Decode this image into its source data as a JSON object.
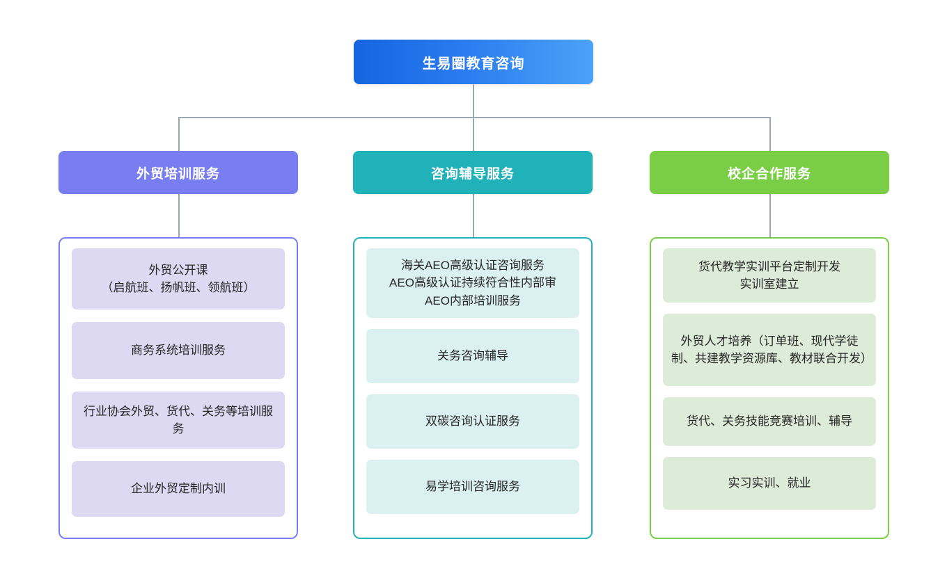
{
  "chart_data": {
    "type": "diagram",
    "diagram_kind": "organization-tree",
    "title": "生易圈教育咨询",
    "levels": 3,
    "orientation": "top-down"
  },
  "root": {
    "label": "生易圈教育咨询",
    "color_start": "#1565e0",
    "color_end": "#4ba3f7"
  },
  "connector_color": "#9aa6b2",
  "columns": [
    {
      "header": "外贸培训服务",
      "header_color": "#787ef0",
      "panel_border_color": "#787ef0",
      "item_bg": "#ddd9f3",
      "items": [
        "外贸公开课\n（启航班、扬帆班、领航班）",
        "商务系统培训服务",
        "行业协会外贸、货代、关务等培训服务",
        "企业外贸定制内训"
      ]
    },
    {
      "header": "咨询辅导服务",
      "header_color": "#20b2b8",
      "panel_border_color": "#20b2b8",
      "item_bg": "#dbf0f0",
      "items": [
        "海关AEO高级认证咨询服务\nAEO高级认证持续符合性内部审\nAEO内部培训服务",
        "关务咨询辅导",
        "双碳咨询认证服务",
        "易学培训咨询服务"
      ]
    },
    {
      "header": "校企合作服务",
      "header_color": "#7ace46",
      "panel_border_color": "#7ace46",
      "item_bg": "#ddecd9",
      "items": [
        "货代教学实训平台定制开发\n实训室建立",
        "外贸人才培养（订单班、现代学徒制、共建教学资源库、教材联合开发）",
        "货代、关务技能竞赛培训、辅导",
        "实习实训、就业"
      ]
    }
  ]
}
